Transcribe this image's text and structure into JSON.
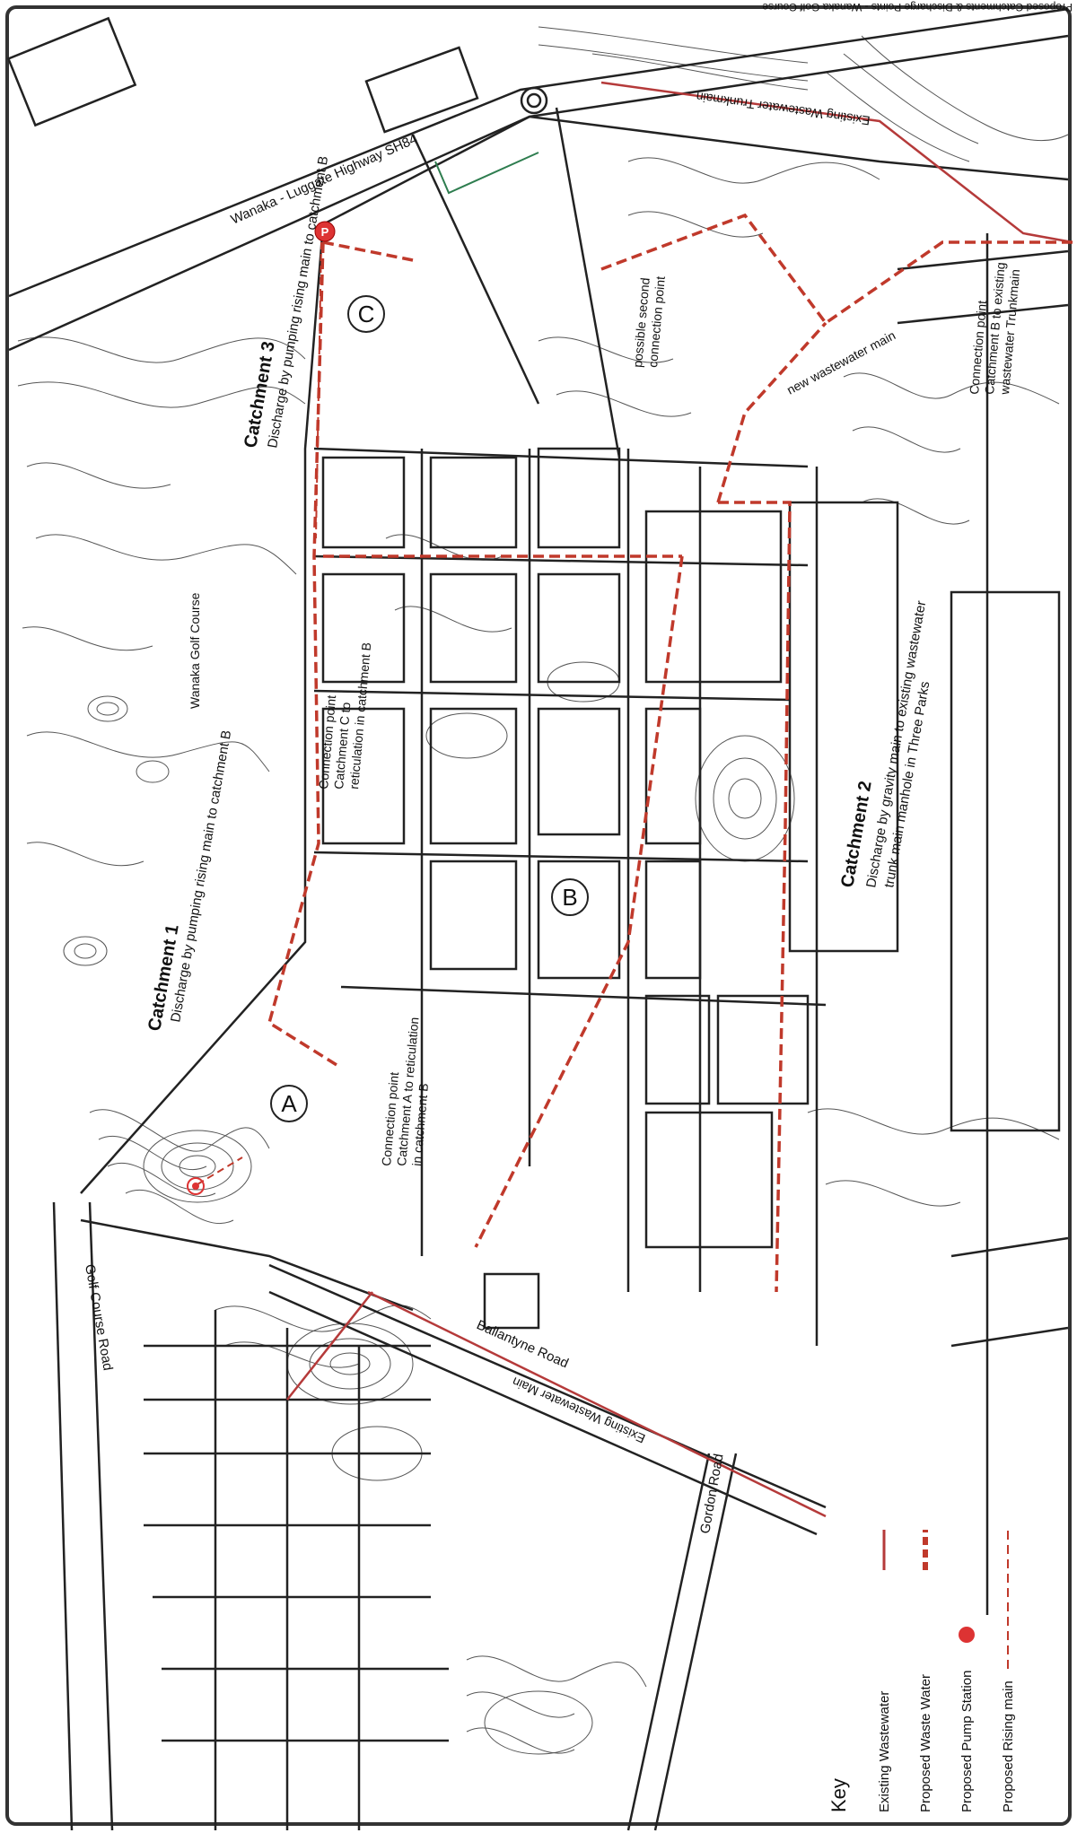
{
  "header_fragment": "Proposed Catchments & Discharge Points - Wanaka Golf Course",
  "roads": {
    "highway": "Wanaka - Luggate Highway SH84",
    "golf_course_road": "Golf Course Road",
    "ballantyne_road": "Ballantyne Road",
    "gordon_road": "Gordon Road"
  },
  "places": {
    "golf_course": "Wanaka Golf Course"
  },
  "mains": {
    "existing_trunkmain_top": "Existing Wastewater Trunkmain",
    "new_main": "new wastewater main",
    "existing_main_bottom": "Existing Wastewater Main"
  },
  "catchments": {
    "c1_title": "Catchment 1",
    "c1_desc": "Discharge by pumping rising main to catchment B",
    "c2_title": "Catchment 2",
    "c2_desc": "Discharge by gravity main to existing wastewater trunk main manhole in Three Parks",
    "c3_title": "Catchment 3",
    "c3_desc": "Discharge by pumping rising main to catchment B"
  },
  "markers": {
    "a": "A",
    "b": "B",
    "c": "C",
    "pump": "P"
  },
  "connections": {
    "cp_a_l1": "Connection point",
    "cp_a_l2": "Catchment A to reticulation",
    "cp_a_l3": "in catchment B",
    "cp_c_l1": "Connection point",
    "cp_c_l2": "Catchment C to",
    "cp_c_l3": "reticulation in catchment B",
    "cp_b_l1": "Connection point",
    "cp_b_l2": "Catchment B to existing",
    "cp_b_l3": "wastewater Trunkmain",
    "second_l1": "possible second",
    "second_l2": "connection point"
  },
  "key": {
    "title": "Key",
    "items": [
      "Existing Wastewater",
      "Proposed Waste Water",
      "Proposed Pump Station",
      "Proposed Rising main"
    ]
  },
  "colors": {
    "existing": "#b53a3a",
    "proposed": "#c0392b",
    "ink": "#222222",
    "contour": "#555555"
  }
}
